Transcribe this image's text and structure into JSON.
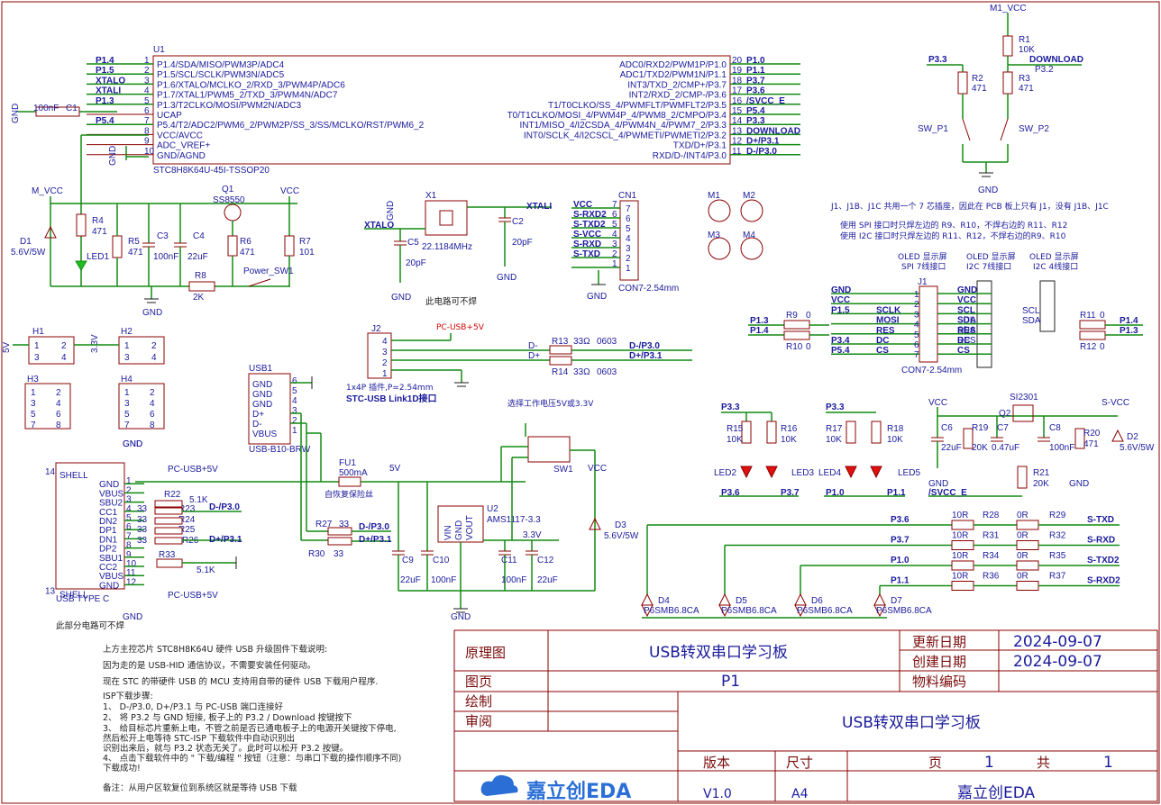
{
  "u1": {
    "ref": "U1",
    "part": "STC8H8K64U-45I-TSSOP20",
    "left_pins": [
      {
        "num": "1",
        "name": "P1.4/SDA/MISO/PWM3P/ADC4",
        "net": "P1.4"
      },
      {
        "num": "2",
        "name": "P1.5/SCL/SCLK/PWM3N/ADC5",
        "net": "P1.5"
      },
      {
        "num": "3",
        "name": "P1.6/XTALO/MCLKO_2/RXD_3/PWM4P/ADC6",
        "net": "XTALO"
      },
      {
        "num": "4",
        "name": "P1.7/XTAL1/PWM5_2/TXD_3/PWM4N/ADC7",
        "net": "XTALI"
      },
      {
        "num": "5",
        "name": "P1.3/T2CLKO/MOSI/PWM2N/ADC3",
        "net": "P1.3"
      },
      {
        "num": "6",
        "name": "UCAP",
        "net": ""
      },
      {
        "num": "7",
        "name": "P5.4/T2/ADC2/PWM6_2/PWM2P/SS_3/SS/MCLKO/RST/PWM6_2",
        "net": "P5.4"
      },
      {
        "num": "8",
        "name": "VCC/AVCC",
        "net": ""
      },
      {
        "num": "9",
        "name": "ADC_VREF+",
        "net": ""
      },
      {
        "num": "10",
        "name": "GND/AGND",
        "net": ""
      }
    ],
    "right_pins": [
      {
        "num": "20",
        "name": "ADC0/RXD2/PWM1P/P1.0",
        "net": "P1.0"
      },
      {
        "num": "19",
        "name": "ADC1/TXD2/PWM1N/P1.1",
        "net": "P1.1"
      },
      {
        "num": "18",
        "name": "INT3/TXD_2/CMP+/P3.7",
        "net": "P3.7"
      },
      {
        "num": "17",
        "name": "INT2/RXD_2/CMP-/P3.6",
        "net": "P3.6"
      },
      {
        "num": "16",
        "name": "T1/T0CLKO/SS_4/PWMFLT/PWMFLT2/P3.5",
        "net": "/SVCC_E"
      },
      {
        "num": "15",
        "name": "T0/T1CLKO/MOSI_4/PWM4P_4/PWM8_2/CMPO/P3.4",
        "net": "P5.4"
      },
      {
        "num": "14",
        "name": "INT1/MISO_4/I2CSDA_4/PWM4N_4/PWM7_2/P3.3",
        "net": "P3.3"
      },
      {
        "num": "13",
        "name": "INT0/SCLK_4/I2CSCL_4/PWMETI/PWMETI2/P3.2",
        "net": "DOWNLOAD"
      },
      {
        "num": "12",
        "name": "TXD/D+/P3.1",
        "net": "D+/P3.1"
      },
      {
        "num": "11",
        "name": "RXD/D-/INT4/P3.0",
        "net": "D-/P3.0"
      }
    ],
    "c1_label": "C1",
    "c1_value": "100nF",
    "gnd": "GND"
  },
  "download_ckt": {
    "rail": "M1_VCC",
    "r1": "R1",
    "r1v": "10K",
    "r2": "R2",
    "r2v": "471",
    "r3": "R3",
    "r3v": "471",
    "net_download": "DOWNLOAD",
    "net_p32": "P3.2",
    "net_p33": "P3.3",
    "sw1": "SW_P1",
    "sw2": "SW_P2",
    "gnd": "GND"
  },
  "power_led": {
    "mvcc": "M_VCC",
    "vcc": "VCC",
    "d1": "D1",
    "d1v": "5.6V/5W",
    "r4": "R4",
    "r4v": "471",
    "led1": "LED1",
    "r5": "R5",
    "r5v": "471",
    "c3": "C3",
    "c3v": "100nF",
    "c4": "C4",
    "c4v": "22uF",
    "q1": "Q1",
    "q1v": "SS8550",
    "r6": "R6",
    "r6v": "471",
    "r7": "R7",
    "r7v": "101",
    "r8": "R8",
    "r8v": "2K",
    "sw": "Power_SW1",
    "gnd": "GND"
  },
  "crystal": {
    "x1": "X1",
    "freq": "22.1184MHz",
    "xtali": "XTALI",
    "xtalo": "XTALO",
    "c2": "C2",
    "c2v": "20pF",
    "c5": "C5",
    "c5v": "20pF",
    "gnd": "GND",
    "note": "此电路可不焊"
  },
  "cn1": {
    "ref": "CN1",
    "part": "CON7-2.54mm",
    "nets": [
      "VCC",
      "S-RXD2",
      "S-TXD2",
      "S-VCC",
      "S-RXD",
      "S-TXD",
      ""
    ],
    "pins": [
      "7",
      "6",
      "5",
      "4",
      "3",
      "2",
      "1"
    ],
    "gnd": "GND"
  },
  "mounts": [
    "M1",
    "M2",
    "M3",
    "M4"
  ],
  "oled": {
    "note1": "J1、J1B、J1C 共用一个 7 芯插座，因此在 PCB 板上只有 J1，没有 J1B、J1C",
    "note2": "使用 SPI 接口时只焊左边的 R9、R10，不焊右边的 R11、R12",
    "note3": "使用 I2C 接口时只焊左边的 R11、R12，不焊右边的R9、R10",
    "h1": "OLED 显示屏",
    "h1b": "SPI 7线接口",
    "h2": "OLED 显示屏",
    "h2b": "I2C 7线接口",
    "h3": "OLED 显示屏",
    "h3b": "I2C 4线接口",
    "j1": "J1",
    "part": "CON7-2.54mm",
    "left_nets": [
      "GND",
      "VCC",
      "P1.5",
      "",
      "",
      "P3.4",
      "P5.4"
    ],
    "mid_labels": [
      "",
      "",
      "SCLK",
      "MOSI",
      "RES",
      "DC",
      "CS"
    ],
    "right_nets": [
      "GND",
      "VCC",
      "SCL",
      "SDA",
      "RES",
      "DC",
      "CS"
    ],
    "r9": "R9",
    "r9v": "0",
    "r10": "R10",
    "r10v": "0",
    "r11": "R11",
    "r11v": "0",
    "r12": "R12",
    "r12v": "0",
    "p13": "P1.3",
    "p14": "P1.4",
    "scl": "SCL",
    "sda": "SDA"
  },
  "headers": {
    "h1": "H1",
    "h2": "H2",
    "h3": "H3",
    "h4": "H4",
    "v5": "5V",
    "v33": "3.3V",
    "gnd": "GND"
  },
  "j2": {
    "ref": "J2",
    "pcusb": "PC-USB+5V",
    "dm": "D-",
    "dp": "D+",
    "r13": "R13",
    "r13v": "33Ω",
    "r13s": "0603",
    "r14": "R14",
    "r14v": "33Ω",
    "r14s": "0603",
    "net_dm": "D-/P3.0",
    "net_dp": "D+/P3.1",
    "desc1": "1x4P  插件,P=2.54mm",
    "desc2": "STC-USB Link1D接口",
    "pins": [
      "4",
      "3",
      "2",
      "1"
    ]
  },
  "usb1": {
    "ref": "USB1",
    "part": "USB-B10-BRW",
    "pins": [
      "GND",
      "GND",
      "GND",
      "D+",
      "D-",
      "VBUS"
    ],
    "nums": [
      "6",
      "5",
      "4",
      "3",
      "2",
      "1"
    ]
  },
  "fuse": {
    "ref": "FU1",
    "value": "500mA",
    "desc": "自恢复保险丝",
    "net": "5V"
  },
  "usbc": {
    "part": "USB TYPE C",
    "pcusb": "PC-USB+5V",
    "gnd": "GND",
    "pins": [
      "SHELL",
      "GND",
      "VBUS",
      "SBU2",
      "CC1",
      "DN2",
      "DP1",
      "DN1",
      "DP2",
      "SBU1",
      "CC2",
      "VBUS",
      "GND",
      "SHELL"
    ],
    "nums": [
      "14",
      "1",
      "2",
      "3",
      "4",
      "5",
      "6",
      "7",
      "8",
      "9",
      "10",
      "11",
      "12",
      "13"
    ],
    "r22": "R22",
    "r22v": "5.1K",
    "r23": "R23",
    "r24": "R24",
    "r25": "R25",
    "r26": "R26",
    "rv": "33",
    "r33": "R33",
    "r33v": "5.1K",
    "net_dm": "D-/P3.0",
    "net_dp": "D+/P3.1",
    "note": "此部分电路可不焊"
  },
  "ldo": {
    "u2": "U2",
    "part": "AMS1117-3.3",
    "pins": [
      "VIN",
      "GND",
      "VOUT"
    ],
    "r27": "R27",
    "r27v": "33",
    "r30": "R30",
    "r30v": "33",
    "net_dm": "D-/P3.0",
    "net_dp": "D+/P3.1",
    "c9": "C9",
    "c9v": "22uF",
    "c10": "C10",
    "c10v": "100nF",
    "c11": "C11",
    "c11v": "100nF",
    "c12": "C12",
    "c12v": "22uF",
    "v33": "3.3V",
    "gnd": "GND"
  },
  "sw1": {
    "ref": "SW1",
    "desc": "选择工作电压5V或3.3V",
    "vcc": "VCC",
    "d3": "D3",
    "d3v": "5.6V/5W"
  },
  "status_leds": {
    "p33": "P3.3",
    "r15": "R15",
    "r15v": "10K",
    "r16": "R16",
    "r16v": "10K",
    "led2": "LED2",
    "led3": "LED3",
    "r17": "R17",
    "r17v": "10K",
    "r18": "R18",
    "r18v": "10K",
    "led4": "LED4",
    "led5": "LED5",
    "n1": "P3.6",
    "n2": "P3.7",
    "n3": "P1.0",
    "n4": "P1.1"
  },
  "svcc": {
    "vcc": "VCC",
    "svcc": "S-VCC",
    "q2": "Q2",
    "q2v": "SI2301",
    "c6": "C6",
    "c6v": "22uF",
    "r19": "R19",
    "r19v": "20K",
    "c7": "C7",
    "c7v": "0.47uF",
    "c8": "C8",
    "c8v": "100nF",
    "r20": "R20",
    "r20v": "471",
    "d2": "D2",
    "d2v": "5.6V/5W",
    "r21": "R21",
    "r21v": "20K",
    "gnd": "GND",
    "net": "/SVCC_E"
  },
  "serial_out": {
    "rows": [
      {
        "net": "P3.6",
        "r1": "R28",
        "r1v": "10R",
        "r2": "R29",
        "r2v": "0R",
        "out": "S-TXD"
      },
      {
        "net": "P3.7",
        "r1": "R31",
        "r1v": "10R",
        "r2": "R32",
        "r2v": "0R",
        "out": "S-RXD"
      },
      {
        "net": "P1.0",
        "r1": "R34",
        "r1v": "10R",
        "r2": "R35",
        "r2v": "0R",
        "out": "S-TXD2"
      },
      {
        "net": "P1.1",
        "r1": "R36",
        "r1v": "10R",
        "r2": "R37",
        "r2v": "0R",
        "out": "S-RXD2"
      }
    ],
    "diodes": [
      {
        "ref": "D4",
        "v": "P6SMB6.8CA"
      },
      {
        "ref": "D5",
        "v": "P6SMB6.8CA"
      },
      {
        "ref": "D6",
        "v": "P6SMB6.8CA"
      },
      {
        "ref": "D7",
        "v": "P6SMB6.8CA"
      }
    ]
  },
  "notes": [
    "上方主控芯片 STC8H8K64U 硬件 USB 升级固件下载说明:",
    "因为走的是 USB-HID 通信协议，不需要安装任何驱动。",
    "现在 STC 的带硬件 USB 的 MCU 支持用自带的硬件 USB 下载用户程序.",
    "ISP下载步骤:",
    "1、 D-/P3.0, D+/P3.1 与 PC-USB 端口连接好",
    "2、 将 P3.2 与 GND 短接, 板子上的 P3.2 / Download 按键按下",
    "3、 给目标芯片重新上电，不管之前是否已通电板子上的电源开关键按下停电,",
    "  然后松开上电等待 STC-ISP 下载软件中自动识别出",
    "  识别出来后，就与 P3.2 状态无关了。此时可以松开 P3.2 按键。",
    "4、 点击下载软件中的 \" 下载/编程 \" 按钮（注意：与串口下载的操作顺序不同)",
    "  下载成功!",
    "备注：从用户区软复位到系统区就是等待 USB 下载"
  ],
  "title_block": {
    "k_schematic": "原理图",
    "v_schematic": "USB转双串口学习板",
    "k_updated": "更新日期",
    "v_updated": "2024-09-07",
    "k_created": "创建日期",
    "v_created": "2024-09-07",
    "k_page": "图页",
    "v_page": "P1",
    "k_material": "物料编码",
    "k_draw": "绘制",
    "k_review": "审阅",
    "v_title": "USB转双串口学习板",
    "k_version": "版本",
    "v_version": "V1.0",
    "k_size": "尺寸",
    "v_size": "A4",
    "k_pg": "页",
    "v_pg": "1",
    "k_of": "共",
    "v_of": "1",
    "company": "嘉立创EDA",
    "logo": "嘉立创EDA"
  },
  "colors": {
    "wire": "#128a12",
    "body": "#8b0000",
    "text": "#1a1a9c",
    "red": "#d10000"
  }
}
